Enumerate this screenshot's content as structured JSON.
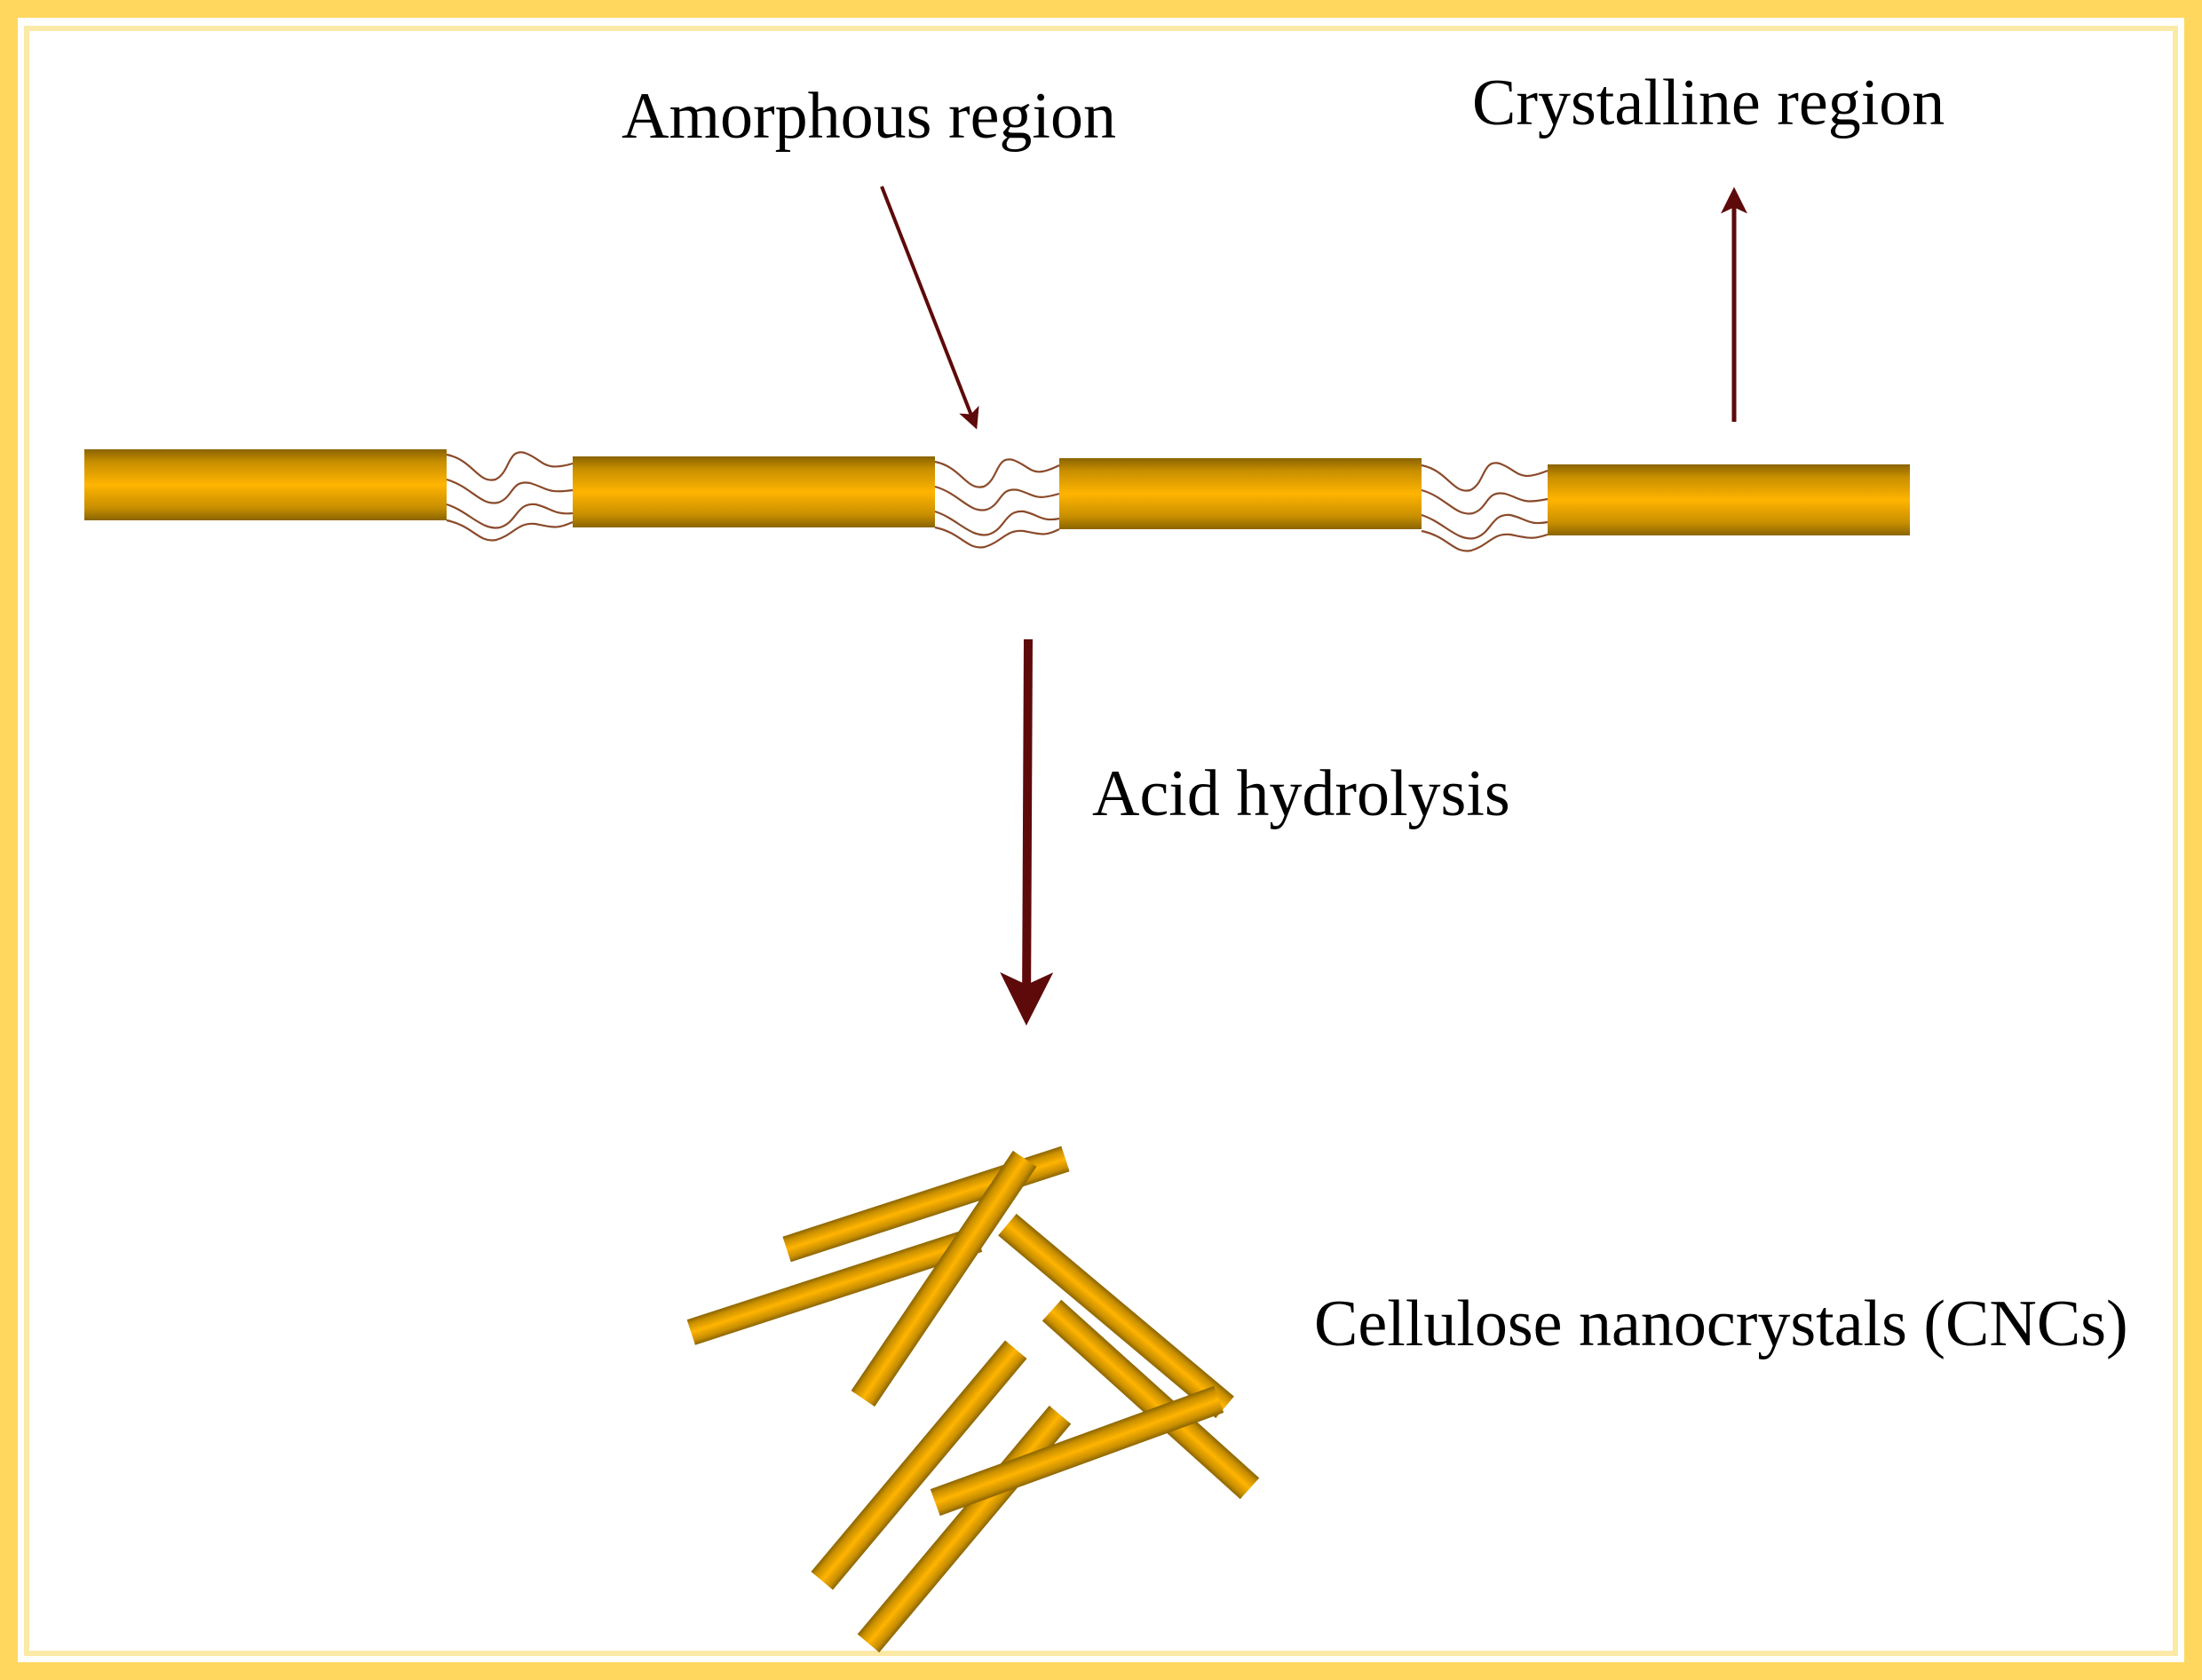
{
  "labels": {
    "amorphous": "Amorphous region",
    "crystalline": "Crystalline region",
    "process": "Acid hydrolysis",
    "product": "Cellulose nanocrystals (CNCs)"
  },
  "colors": {
    "frame": "#ffd75e",
    "frame_inner": "#fbe9a6",
    "rod_core": "#ffb400",
    "rod_edge": "#8a6400",
    "arrow": "#5e0a0a",
    "amorphous_chain": "#8a4a2a"
  }
}
